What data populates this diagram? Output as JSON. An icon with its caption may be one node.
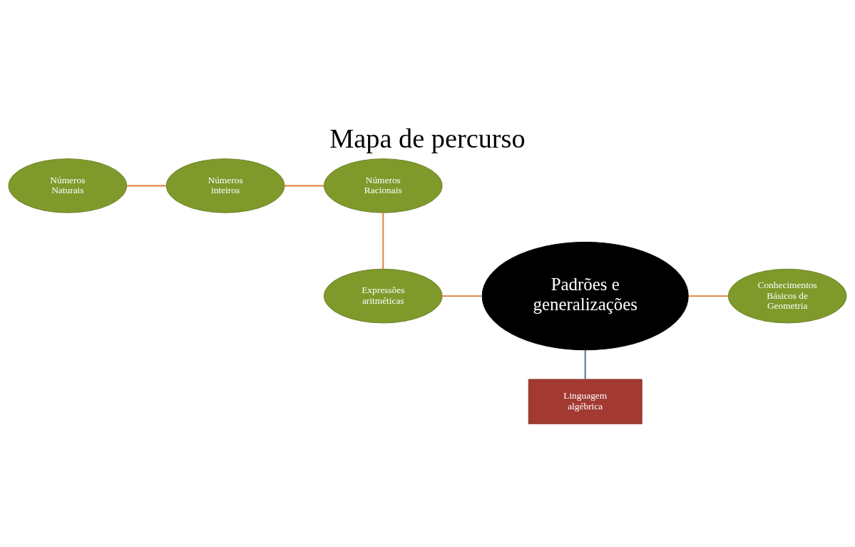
{
  "diagram": {
    "title": "Mapa de percurso",
    "nodes": [
      {
        "text": [
          "Números Naturais"
        ]
      },
      {
        "text": [
          "Números inteiros"
        ]
      },
      {
        "text": [
          "Números Racionais"
        ]
      },
      {
        "text": [
          "Expressões aritméticas"
        ]
      },
      {
        "text": [
          "Padrões e generalizações"
        ]
      },
      {
        "text": [
          "Conhecimentos Básicos de Geometria"
        ]
      },
      {
        "text": [
          "Linguagem algébrica"
        ]
      }
    ],
    "edges": [
      {
        "from": 0,
        "to": 1,
        "arrow": "none"
      },
      {
        "from": 1,
        "to": 2,
        "arrow": "none"
      },
      {
        "from": 2,
        "to": 3,
        "arrow": "none"
      },
      {
        "from": 3,
        "to": 4,
        "arrow": "none"
      },
      {
        "from": 4,
        "to": 5,
        "arrow": "none"
      },
      {
        "from": 4,
        "to": 6,
        "arrow": "none",
        "color": "#41719c"
      }
    ]
  }
}
